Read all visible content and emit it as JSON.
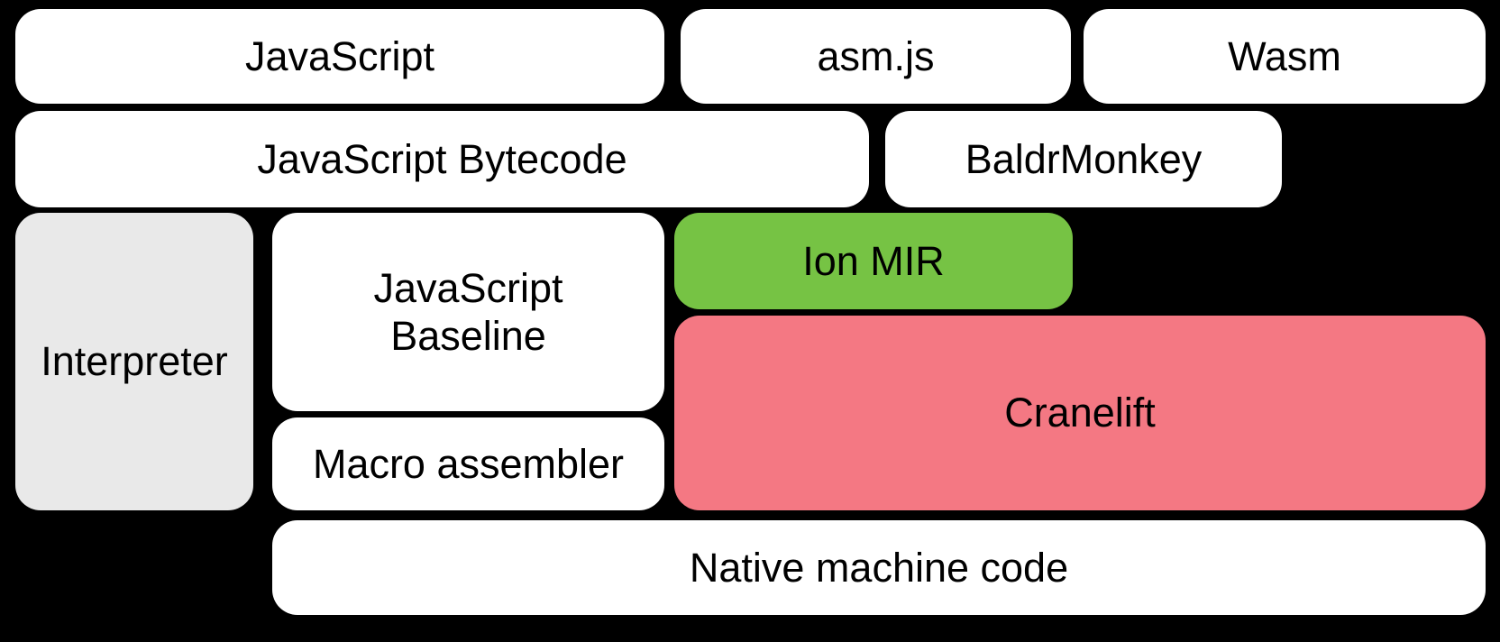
{
  "diagram": {
    "background": "#000000",
    "text_color": "#000000"
  },
  "colors": {
    "box_white": "#ffffff",
    "box_gray": "#e9e9e9",
    "box_green": "#76c344",
    "box_pink": "#f47883"
  },
  "boxes": {
    "javascript": {
      "label": "JavaScript",
      "fill": "#ffffff"
    },
    "asmjs": {
      "label": "asm.js",
      "fill": "#ffffff"
    },
    "wasm": {
      "label": "Wasm",
      "fill": "#ffffff"
    },
    "bytecode": {
      "label": "JavaScript Bytecode",
      "fill": "#ffffff"
    },
    "baldrmonkey": {
      "label": "BaldrMonkey",
      "fill": "#ffffff"
    },
    "interpreter": {
      "label": "Interpreter",
      "fill": "#e9e9e9"
    },
    "baseline": {
      "label": "JavaScript Baseline",
      "fill": "#ffffff"
    },
    "ion_mir": {
      "label": "Ion MIR",
      "fill": "#76c344"
    },
    "cranelift": {
      "label": "Cranelift",
      "fill": "#f47883"
    },
    "macro_assembler": {
      "label": "Macro assembler",
      "fill": "#ffffff"
    },
    "native_machine_code": {
      "label": "Native machine code",
      "fill": "#ffffff"
    }
  }
}
